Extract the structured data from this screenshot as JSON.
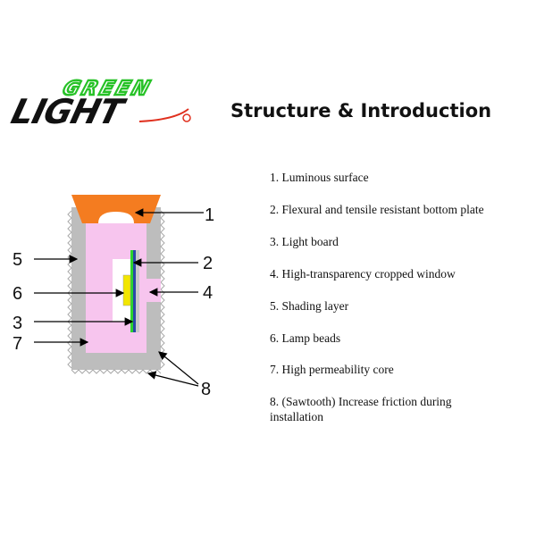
{
  "logo": {
    "line1": "GREEN",
    "line2": "LIGHT"
  },
  "title": "Structure & Introduction",
  "callouts": [
    "1",
    "2",
    "3",
    "4",
    "5",
    "6",
    "7",
    "8"
  ],
  "legend": [
    "1. Luminous surface",
    "2. Flexural and tensile resistant bottom plate",
    "3. Light board",
    "4. High-transparency cropped window",
    "5. Shading layer",
    "6. Lamp beads",
    "7. High permeability core",
    "8. (Sawtooth) Increase friction during installation"
  ],
  "colors": {
    "orange": "#f47c20",
    "pink": "#f7c5ee",
    "gray": "#bdbdbd",
    "green": "#2dd42d",
    "blue": "#2a49a8",
    "yellow": "#f2e600"
  }
}
